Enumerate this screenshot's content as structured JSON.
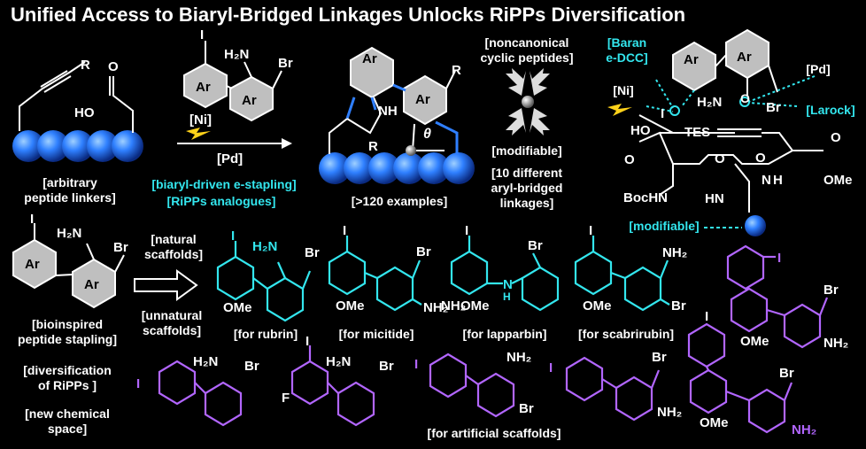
{
  "title": "Unified Access to Biaryl-Bridged Linkages Unlocks RiPPs Diversification",
  "atoms": {
    "R": "R",
    "HO": "HO",
    "O": "O",
    "I": "I",
    "H2N": "H₂N",
    "Br": "Br",
    "Ar": "Ar",
    "NH": "NH",
    "theta": "θ",
    "TES": "TES",
    "BocHN": "BocHN",
    "HN": "HN",
    "OMe": "OMe",
    "NH2": "NH₂",
    "F": "F",
    "N": "N",
    "H": "H"
  },
  "reagents": {
    "ni": "[Ni]",
    "pd": "[Pd]"
  },
  "labels": {
    "arbitrary_linkers": [
      "[arbitrary",
      "peptide linkers]"
    ],
    "estapling": "[biaryl-driven e-stapling]",
    "ripps_analogues": "[RiPPs analogues]",
    "examples": "[>120 examples]",
    "noncanonical": [
      "[noncanonical",
      "cyclic peptides]"
    ],
    "modifiable_mid": "[modifiable]",
    "ten_linkages": [
      "[10 different",
      "aryl-bridged",
      "linkages]"
    ],
    "baran": [
      "[Baran",
      "e-DCC]"
    ],
    "ni_right": "[Ni]",
    "pd_right": "[Pd]",
    "larock": "[Larock]",
    "modifiable_right": "[modifiable]",
    "natural_scaffolds": [
      "[natural",
      "scaffolds]"
    ],
    "unnatural_scaffolds": [
      "[unnatural",
      "scaffolds]"
    ],
    "bioinspired": [
      "[bioinspired",
      "peptide stapling]"
    ],
    "diversification": [
      "[diversification",
      "of RiPPs ]"
    ],
    "new_space": [
      "[new chemical",
      "space]"
    ],
    "for_rubrin": "[for rubrin]",
    "for_micitide": "[for micitide]",
    "for_lapparbin": "[for lapparbin]",
    "for_scabrirubin": "[for scabrirubin]",
    "for_artificial": "[for artificial scaffolds]"
  },
  "colors": {
    "background": "#000000",
    "text": "#ffffff",
    "natural": "#33e6ee",
    "artificial": "#b266ff",
    "bead": "#1e6fe0",
    "ring": "#bfbfbf",
    "bolt": "#ffd21a",
    "bond_highlight": "#2f7fff"
  }
}
